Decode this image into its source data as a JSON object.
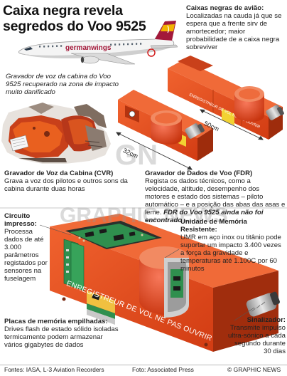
{
  "title": "Caixa negra revela segredos do Voo 9525",
  "airline_logo": "germanwings",
  "black_boxes": {
    "heading": "Caixas negras de avião:",
    "body": "Localizadas na cauda já que se espera que a frente sirv de amortecedor; maior probabilidade de a caixa negra sobreviver"
  },
  "cvr_found_note": "Gravador de voz da cabina do Voo 9525 recuperado na zona de impacto muito danificado",
  "cvr": {
    "heading": "Gravador de Voz da Cabina (CVR)",
    "body": "Grava a voz dos pilotos e outros sons da cabina durante duas horas"
  },
  "fdr": {
    "heading": "Gravador de Dados de Voo (FDR)",
    "body": "Regista os dados técnicos, como a velocidade, altitude, desempenho dos motores e estado dos sistemas – piloto automático – e a posição das abas das asas e leme.",
    "note": "FDR do Voo 9525 ainda não foi encontrado"
  },
  "dimensions": {
    "width": "32cm",
    "length": "50cm"
  },
  "circuit": {
    "heading": "Circuito impresso:",
    "body": "Processa dados de até 3.000 parâmetros registados por sensores na fuselagem"
  },
  "memory_unit": {
    "heading": "Unidade de Memória Resistente:",
    "body": "UMR em aço inox ou titânio pode suportar um impacto 3.400 vezes a força da gravidade e temperaturas até 1.100C por 60 minutos"
  },
  "memory_boards": {
    "heading": "Placas de memória empilhadas:",
    "body": "Drives flash de estado sólido isoladas termicamente podem armazenar vários gigabytes de dados"
  },
  "beacon": {
    "heading": "Sinalizador:",
    "body": "Transmite impulso ultra-sónico a cada segundo durante 30 dias"
  },
  "box_label": "ENREGISTREUR DE VOL NE PAS OUVRIR",
  "box_label_small": "ENREGISTREUR DE VOL NE PAS OUVRIR",
  "watermark": "GRAPHIC NEWS",
  "footer": {
    "sources": "Fontes: IASA, L-3 Aviation Recorders",
    "photo": "Foto: Associated Press",
    "credit": "© GRAPHIC NEWS"
  },
  "colors": {
    "box_orange": "#e4491c",
    "box_dark": "#b8330f",
    "plane_red": "#a3193a",
    "plane_yellow": "#f2b300"
  }
}
